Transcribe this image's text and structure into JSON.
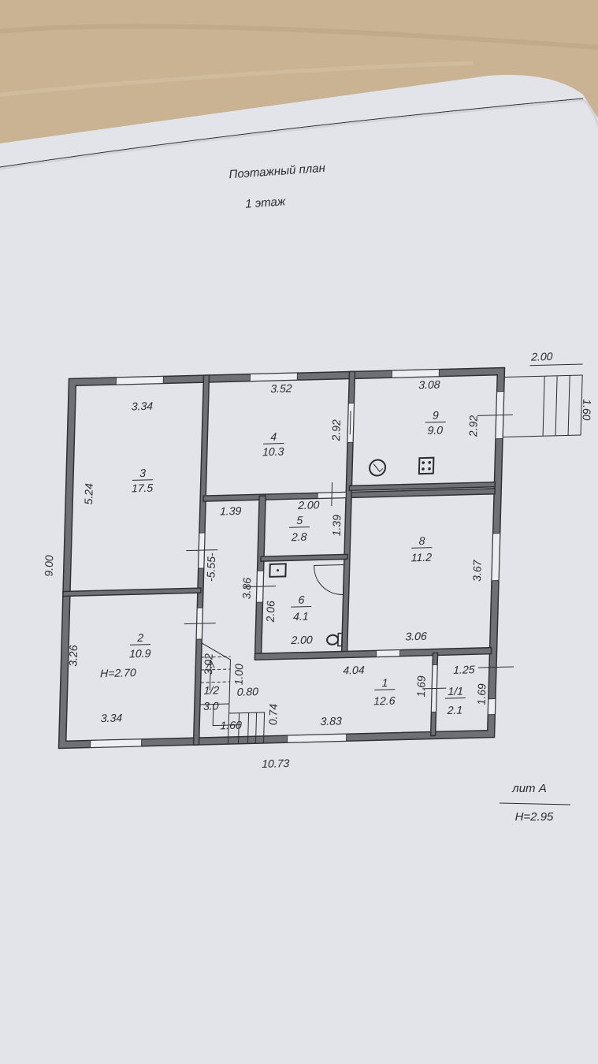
{
  "title": "Поэтажный план",
  "subtitle": "1 этаж",
  "rooms": {
    "r1": {
      "number": "1",
      "area": "12.6"
    },
    "r1_1": {
      "number": "1/1",
      "area": "2.1"
    },
    "r1_2": {
      "number": "1/2",
      "area": "3.0"
    },
    "r2": {
      "number": "2",
      "area": "10.9",
      "height": "H=2.70"
    },
    "r3": {
      "number": "3",
      "area": "17.5"
    },
    "r4": {
      "number": "4",
      "area": "10.3"
    },
    "r5": {
      "number": "5",
      "area": "2.8"
    },
    "r6": {
      "number": "6",
      "area": "4.1"
    },
    "r8": {
      "number": "8",
      "area": "11.2"
    },
    "r9": {
      "number": "9",
      "area": "9.0"
    }
  },
  "dims": {
    "r3_width": "3.34",
    "r3_length": "5.24",
    "r4_width": "3.52",
    "r4_length": "2.92",
    "r9_width": "3.08",
    "r9_length": "2.92",
    "r5_width": "2.00",
    "r5_length": "1.39",
    "corridor_width": "1.39",
    "corridor_length": "-5.55-",
    "corridor_side": "3.86",
    "r6_length": "2.06",
    "r6_width": "2.00",
    "r8_length": "3.67",
    "r8_width": "3.06",
    "r1_width_top": "4.04",
    "r1_width_bottom": "3.83",
    "r1_length": "1.69",
    "r1_1_width": "1.25",
    "r1_1_length": "1.69",
    "r2_length": "3.26",
    "r2_width": "3.34",
    "stair_length": "3.02",
    "stair_a": "1.00",
    "stair_b": "0.80",
    "stair_c": "0.74",
    "stair_d": "1.60",
    "total_length": "9.00",
    "total_width": "10.73",
    "porch_width": "2.00",
    "porch_length": "1.60"
  },
  "legend": {
    "letter": "лит А",
    "height": "H=2.95"
  },
  "colors": {
    "paper": "#e3e4e9",
    "wall": "#6f7075",
    "wood": "#c9b393"
  }
}
